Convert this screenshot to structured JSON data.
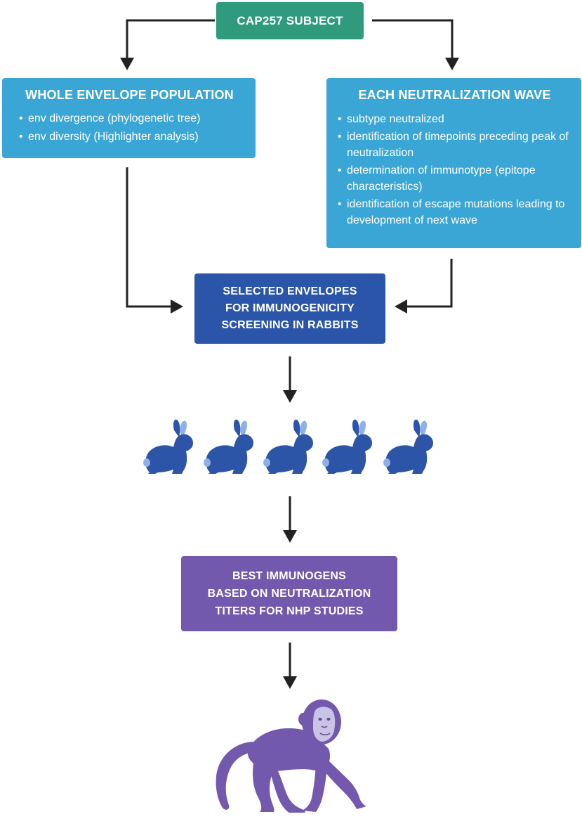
{
  "colors": {
    "teal": "#2f9b7c",
    "light_blue": "#3aa6d5",
    "dark_blue": "#2a55a8",
    "purple": "#7259ad",
    "rabbit_body": "#2c55a7",
    "rabbit_ear": "#8fb0e6",
    "monkey_body": "#7259ad",
    "monkey_face": "#c9c3e6",
    "arrow": "#222222"
  },
  "top_box": {
    "label": "CAP257 SUBJECT"
  },
  "left_box": {
    "title": "WHOLE ENVELOPE POPULATION",
    "items": [
      "env divergence (phylogenetic tree)",
      "env diversity (Highlighter analysis)"
    ]
  },
  "right_box": {
    "title": "EACH NEUTRALIZATION WAVE",
    "items": [
      "subtype neutralized",
      "identification of timepoints preceding peak of neutralization",
      "determination of immunotype (epitope characteristics)",
      "identification of escape mutations leading to development of next wave"
    ]
  },
  "middle_box": {
    "lines": [
      "SELECTED ENVELOPES",
      "FOR IMMUNOGENICITY",
      "SCREENING IN RABBITS"
    ]
  },
  "rabbits": {
    "count": 5,
    "icon": "rabbit-icon"
  },
  "bottom_box": {
    "lines": [
      "BEST IMMUNOGENS",
      "BASED ON NEUTRALIZATION",
      "TITERS FOR NHP STUDIES"
    ]
  },
  "monkey": {
    "icon": "monkey-icon"
  }
}
